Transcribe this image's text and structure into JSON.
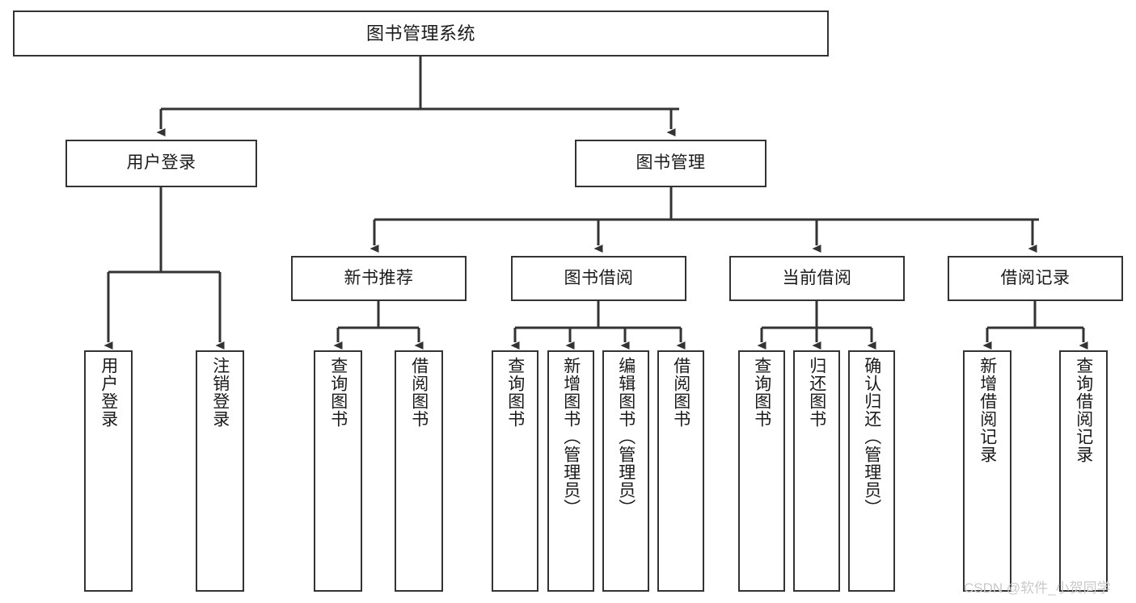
{
  "diagram": {
    "title": "图书管理系统",
    "type": "functional-decomposition-tree",
    "colors": {
      "background": "#ffffff",
      "node_border": "#333333",
      "node_fill": "#ffffff",
      "text": "#1a1a1a",
      "connector": "#333333",
      "watermark": "#c9c9c9"
    },
    "watermark": "CSDN @软件_小贺同学",
    "nodes": {
      "root": {
        "label": "图书管理系统"
      },
      "level1": [
        {
          "id": "user-login",
          "label": "用户登录"
        },
        {
          "id": "book-manage",
          "label": "图书管理"
        }
      ],
      "level2": [
        {
          "id": "new-book-rec",
          "label": "新书推荐"
        },
        {
          "id": "book-borrow",
          "label": "图书借阅"
        },
        {
          "id": "current-borrow",
          "label": "当前借阅"
        },
        {
          "id": "borrow-record",
          "label": "借阅记录"
        }
      ],
      "leaves": {
        "user_login": [
          {
            "id": "leaf-user-login",
            "label": "用户登录"
          },
          {
            "id": "leaf-logout-login",
            "label": "注销登录"
          }
        ],
        "new_book_rec": [
          {
            "id": "leaf-query-book-1",
            "label": "查询图书"
          },
          {
            "id": "leaf-borrow-book-1",
            "label": "借阅图书"
          }
        ],
        "book_borrow": [
          {
            "id": "leaf-query-book-2",
            "label": "查询图书"
          },
          {
            "id": "leaf-add-book",
            "label": "新增图书（管理员）"
          },
          {
            "id": "leaf-edit-book",
            "label": "编辑图书（管理员）"
          },
          {
            "id": "leaf-borrow-book-2",
            "label": "借阅图书"
          }
        ],
        "current_borrow": [
          {
            "id": "leaf-query-book-3",
            "label": "查询图书"
          },
          {
            "id": "leaf-return-book",
            "label": "归还图书"
          },
          {
            "id": "leaf-confirm-return",
            "label": "确认归还（管理员）"
          }
        ],
        "borrow_record": [
          {
            "id": "leaf-add-record",
            "label": "新增借阅记录"
          },
          {
            "id": "leaf-query-record",
            "label": "查询借阅记录"
          }
        ]
      }
    }
  }
}
